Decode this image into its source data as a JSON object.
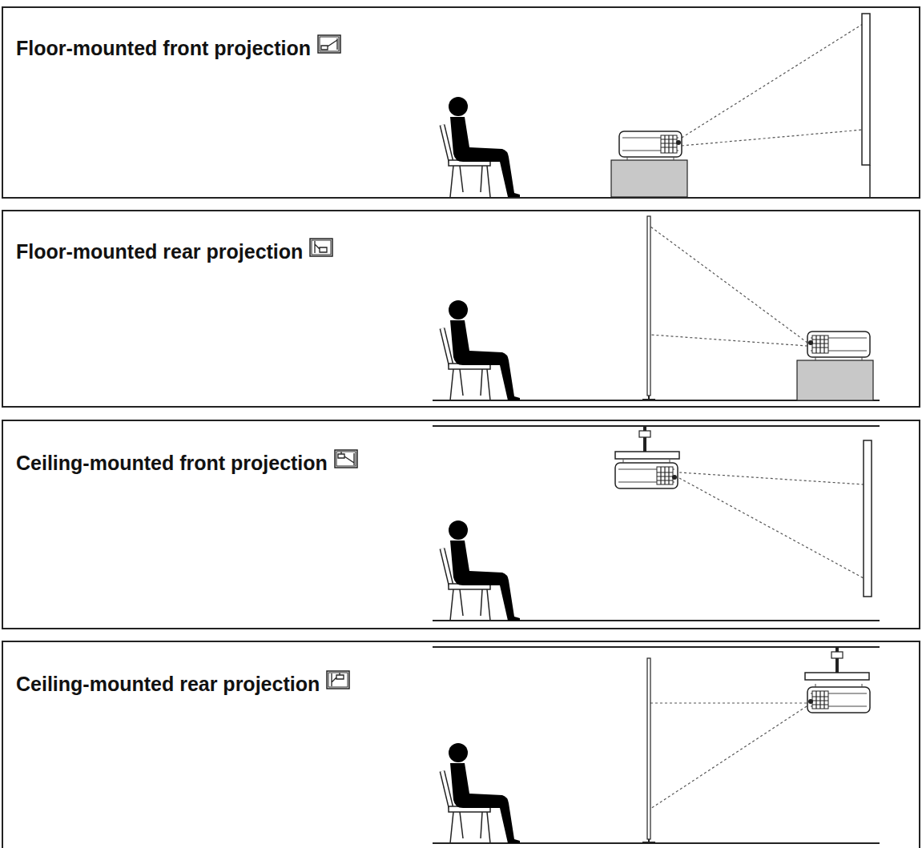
{
  "diagram": {
    "nodes": [
      {
        "text": [
          "Floor-mounted front projection"
        ]
      },
      {
        "text": [
          "Floor-mounted rear projection"
        ]
      },
      {
        "text": [
          "Ceiling-mounted front projection"
        ]
      },
      {
        "text": [
          "Ceiling-mounted rear projection"
        ]
      }
    ]
  }
}
